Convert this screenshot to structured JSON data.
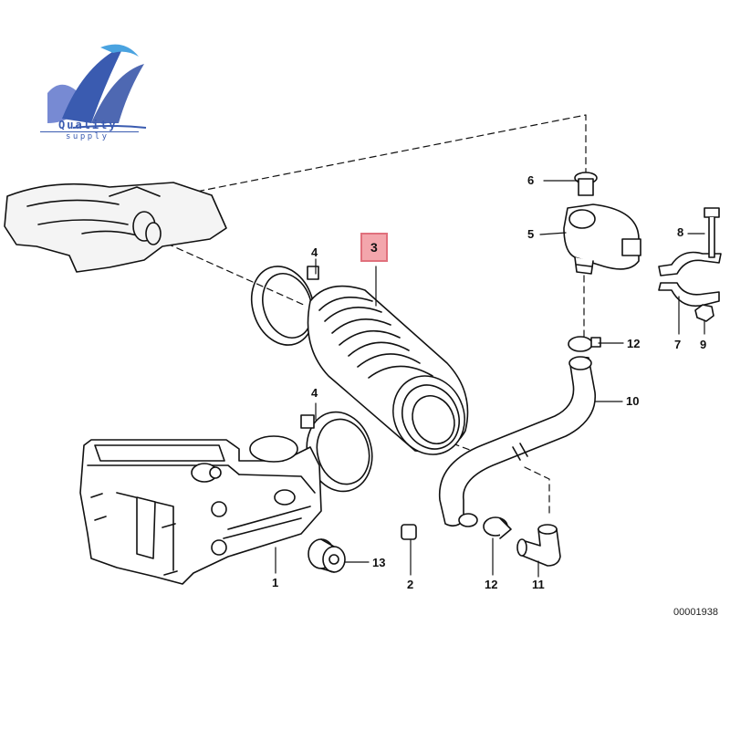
{
  "logo": {
    "brand_word": "Quality",
    "brand_sub": "supply",
    "color": "#3a5bb0"
  },
  "callouts": {
    "c1": "1",
    "c2": "2",
    "c3": "3",
    "c4a": "4",
    "c4b": "4",
    "c5": "5",
    "c6": "6",
    "c7": "7",
    "c8": "8",
    "c9": "9",
    "c10": "10",
    "c11": "11",
    "c12a": "12",
    "c12b": "12",
    "c13": "13"
  },
  "highlight": {
    "part": "3",
    "fill": "#f3a6ac",
    "border": "#e0707c"
  },
  "diagram_ref": "00001938"
}
